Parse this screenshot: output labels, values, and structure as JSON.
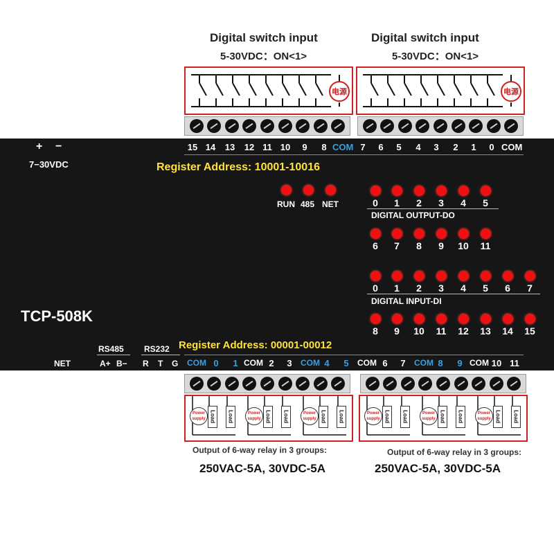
{
  "top_left": {
    "title": "Digital switch input",
    "spec": "5-30VDC：ON<1>",
    "power_label": "电源"
  },
  "top_right": {
    "title": "Digital switch input",
    "spec": "5-30VDC：ON<1>",
    "power_label": "电源"
  },
  "input_terminals": [
    "15",
    "14",
    "13",
    "12",
    "11",
    "10",
    "9",
    "8",
    "COM",
    "7",
    "6",
    "5",
    "4",
    "3",
    "2",
    "1",
    "0",
    "COM"
  ],
  "power": {
    "plus": "+",
    "minus": "−",
    "voltage": "7−30VDC"
  },
  "register_top": {
    "label": "Register Address",
    "value": ": 10001-10016"
  },
  "status_leds": [
    "RUN",
    "485",
    "NET"
  ],
  "do": {
    "row1": [
      "0",
      "1",
      "2",
      "3",
      "4",
      "5"
    ],
    "label": "DIGITAL OUTPUT-DO",
    "row2": [
      "6",
      "7",
      "8",
      "9",
      "10",
      "11"
    ]
  },
  "di": {
    "row1": [
      "0",
      "1",
      "2",
      "3",
      "4",
      "5",
      "6",
      "7"
    ],
    "label": "DIGITAL INPUT-DI",
    "row2": [
      "8",
      "9",
      "10",
      "11",
      "12",
      "13",
      "14",
      "15"
    ]
  },
  "model": "TCP-508K",
  "register_bottom": {
    "label": "Register Address",
    "value": ": 00001-00012"
  },
  "comm": {
    "rs485": "RS485",
    "rs232": "RS232",
    "net": "NET",
    "a_plus": "A+",
    "b_minus": "B−",
    "r": "R",
    "t": "T",
    "g": "G"
  },
  "output_terminals": [
    "COM",
    "0",
    "1",
    "COM",
    "2",
    "3",
    "COM",
    "4",
    "5",
    "COM",
    "6",
    "7",
    "COM",
    "8",
    "9",
    "COM",
    "10",
    "11"
  ],
  "relay_left": {
    "power": "Power supply",
    "load": "Load",
    "caption": "Output of 6-way relay in 3 groups:",
    "rating": "250VAC-5A, 30VDC-5A"
  },
  "relay_right": {
    "power": "Power supply",
    "load": "Load",
    "caption": "Output of 6-way relay in 3 groups:",
    "rating": "250VAC-5A, 30VDC-5A"
  },
  "colors": {
    "board": "#161616",
    "led": "#ee1111",
    "accent_blue": "#3aa0e0",
    "register_yellow": "#ffe23a",
    "frame_red": "#d02020"
  }
}
